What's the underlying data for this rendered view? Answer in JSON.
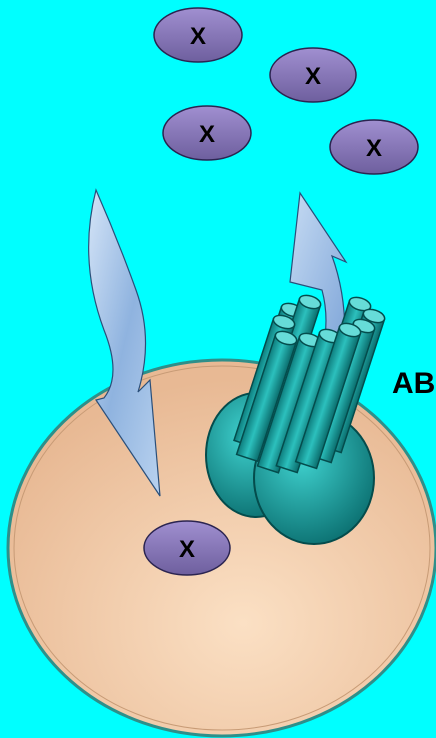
{
  "diagram": {
    "molecules_outside": [
      {
        "label": "X"
      },
      {
        "label": "X"
      },
      {
        "label": "X"
      },
      {
        "label": "X"
      }
    ],
    "molecule_inside": {
      "label": "X"
    },
    "pump_label": "AB",
    "colors": {
      "background": "#00ffff",
      "cell": "#f6d3b0",
      "molecule": "#8a7bb6",
      "arrow": "#9cc0e8",
      "pump": "#1e9d9d"
    }
  }
}
